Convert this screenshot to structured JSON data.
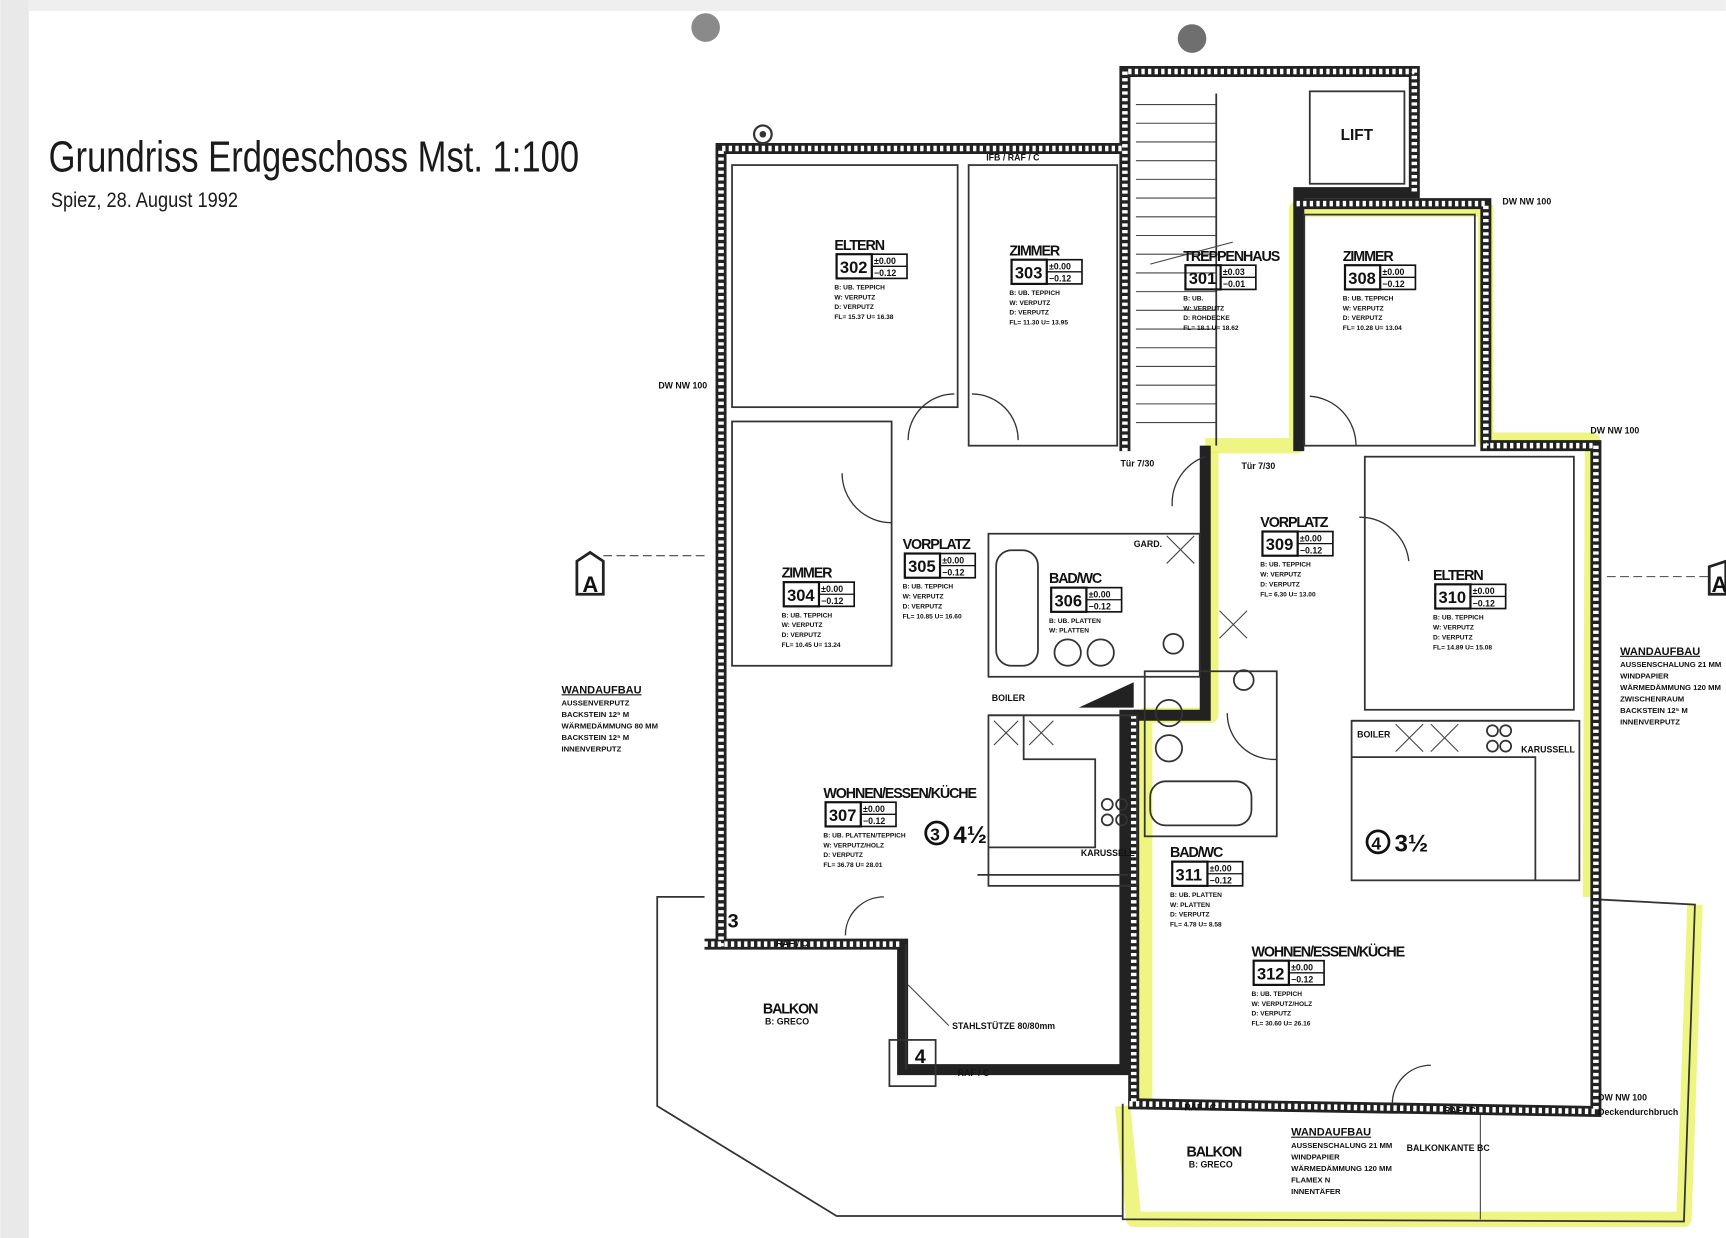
{
  "header": {
    "title": "Grundriss Erdgeschoss Mst. 1:100",
    "subtitle": "Spiez, 28. August 1992"
  },
  "rooms": [
    {
      "name": "ELTERN",
      "number": "302",
      "level_top": "±0.00",
      "level_bottom": "−0.12",
      "lines": [
        "B: UB. TEPPICH",
        "W: VERPUTZ",
        "D: VERPUTZ",
        "FL= 15.37    U= 16.38"
      ]
    },
    {
      "name": "ZIMMER",
      "number": "303",
      "level_top": "±0.00",
      "level_bottom": "−0.12",
      "lines": [
        "B: UB. TEPPICH",
        "W: VERPUTZ",
        "D: VERPUTZ",
        "FL= 11.30    U= 13.95"
      ]
    },
    {
      "name": "TREPPENHAUS",
      "number": "301",
      "level_top": "±0.03",
      "level_bottom": "−0.01",
      "lines": [
        "B: UB.",
        "W: VERPUTZ",
        "D: ROHDECKE",
        "FL= 18.1     U= 18.62"
      ]
    },
    {
      "name": "ZIMMER",
      "number": "308",
      "level_top": "±0.00",
      "level_bottom": "−0.12",
      "lines": [
        "B: UB. TEPPICH",
        "W: VERPUTZ",
        "D: VERPUTZ",
        "FL= 10.28    U= 13.04"
      ]
    },
    {
      "name": "ZIMMER",
      "number": "304",
      "level_top": "±0.00",
      "level_bottom": "−0.12",
      "lines": [
        "B: UB. TEPPICH",
        "W: VERPUTZ",
        "D: VERPUTZ",
        "FL= 10.45    U= 13.24"
      ]
    },
    {
      "name": "VORPLATZ",
      "number": "305",
      "level_top": "±0.00",
      "level_bottom": "−0.12",
      "lines": [
        "B: UB. TEPPICH",
        "W: VERPUTZ",
        "D: VERPUTZ",
        "FL= 10.85    U= 16.60"
      ]
    },
    {
      "name": "BAD/WC",
      "number": "306",
      "level_top": "±0.00",
      "level_bottom": "−0.12",
      "lines": [
        "B: UB. PLATTEN",
        "W: PLATTEN"
      ]
    },
    {
      "name": "VORPLATZ",
      "number": "309",
      "level_top": "±0.00",
      "level_bottom": "−0.12",
      "lines": [
        "B: UB. TEPPICH",
        "W: VERPUTZ",
        "D: VERPUTZ",
        "FL= 6.30    U= 13.00"
      ]
    },
    {
      "name": "ELTERN",
      "number": "310",
      "level_top": "±0.00",
      "level_bottom": "−0.12",
      "lines": [
        "B: UB. TEPPICH",
        "W: VERPUTZ",
        "D: VERPUTZ",
        "FL= 14.89    U= 15.08"
      ]
    },
    {
      "name": "WOHNEN/ESSEN/KÜCHE",
      "number": "307",
      "level_top": "±0.00",
      "level_bottom": "−0.12",
      "lines": [
        "B: UB. PLATTEN/TEPPICH",
        "W: VERPUTZ/HOLZ",
        "D: VERPUTZ",
        "FL= 36.78    U= 28.01"
      ]
    },
    {
      "name": "BAD/WC",
      "number": "311",
      "level_top": "±0.00",
      "level_bottom": "−0.12",
      "lines": [
        "B: UB. PLATTEN",
        "W: PLATTEN",
        "D: VERPUTZ",
        "FL= 4.78    U= 8.58"
      ]
    },
    {
      "name": "WOHNEN/ESSEN/KÜCHE",
      "number": "312",
      "level_top": "±0.00",
      "level_bottom": "−0.12",
      "lines": [
        "B: UB. TEPPICH",
        "W: VERPUTZ/HOLZ",
        "D: VERPUTZ",
        "FL= 30.60    U= 26.16"
      ]
    }
  ],
  "apartments": [
    {
      "number": "3",
      "size": "4½"
    },
    {
      "number": "4",
      "size": "3½"
    }
  ],
  "wall_notes": [
    {
      "heading": "WANDAUFBAU",
      "lines": [
        "AUSSENVERPUTZ",
        "BACKSTEIN 12⁵ M",
        "WÄRMEDÄMMUNG 80 MM",
        "BACKSTEIN 12⁵ M",
        "INNENVERPUTZ"
      ]
    },
    {
      "heading": "WANDAUFBAU",
      "lines": [
        "AUSSENSCHALUNG 21 MM",
        "WINDPAPIER",
        "WÄRMEDÄMMUNG 120 MM",
        "ZWISCHENRAUM",
        "BACKSTEIN 12⁵ M",
        "INNENVERPUTZ"
      ]
    },
    {
      "heading": "WANDAUFBAU",
      "lines": [
        "AUSSENSCHALUNG 21 MM",
        "WINDPAPIER",
        "WÄRMEDÄMMUNG 120 MM",
        "FLAMEX N",
        "INNENTÄFER"
      ]
    }
  ],
  "labels": {
    "lift": "LIFT",
    "balcony": "BALKON",
    "balcony_floor": "B: GRECO",
    "steel_column": "STAHLSTÜTZE 80/80mm",
    "dw_nw": "DW NW 100",
    "ceiling_opening": "Deckendurchbruch",
    "balcony_edge": "BALKONKANTE BC",
    "section_marker": "A",
    "axis_3": "3",
    "axis_4": "4",
    "window_ifb": "IFB / RAF / C",
    "window_raf": "RAF / C",
    "wardrobe": "GARD.",
    "carousel": "KARUSSELL",
    "boiler": "BOILER",
    "door_size": "Tür 7/30"
  }
}
